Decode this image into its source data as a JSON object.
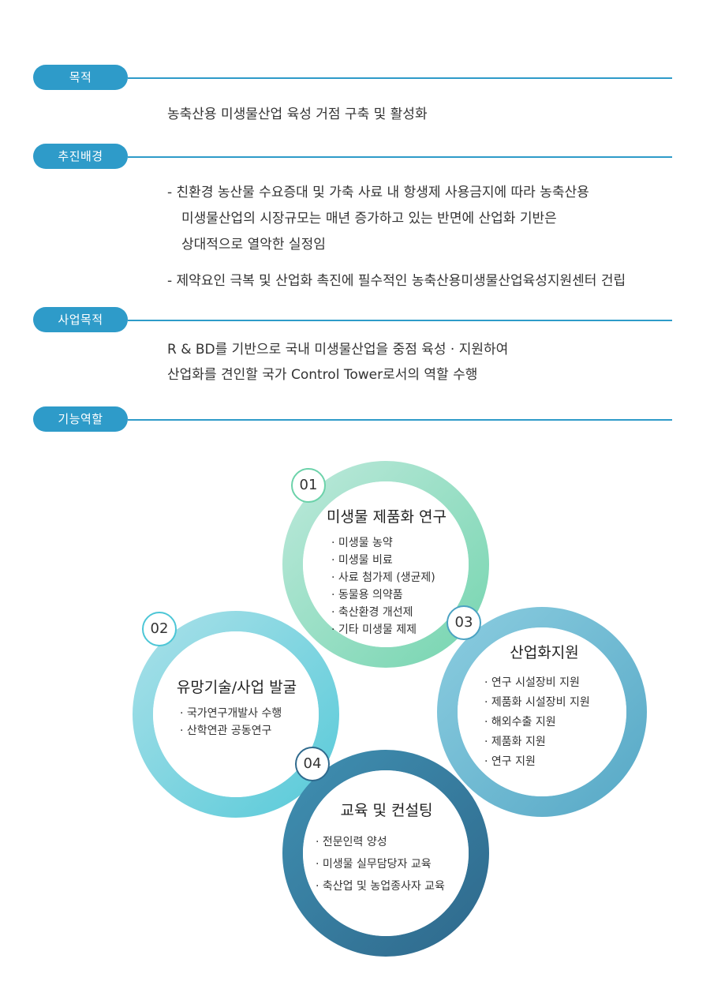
{
  "sections": {
    "purpose": {
      "label": "목적",
      "text": "농축산용 미생물산업 육성 거점 구축 및 활성화"
    },
    "background": {
      "label": "추진배경",
      "lines": [
        "- 친환경 농산물 수요증대 및 가축 사료 내 항생제 사용금지에 따라 농축산용",
        "미생물산업의 시장규모는 매년 증가하고 있는 반면에 산업화 기반은",
        "상대적으로 열악한 실정임",
        "- 제약요인 극복 및 산업화 촉진에 필수적인 농축산용미생물산업육성지원센터 건립"
      ]
    },
    "objective": {
      "label": "사업목적",
      "lines": [
        "R & BD를 기반으로 국내 미생물산업을 중점 육성 · 지원하여",
        "산업화를 견인할 국가 Control Tower로서의 역할 수행"
      ]
    },
    "roles": {
      "label": "기능역할"
    }
  },
  "diagram": {
    "circles": [
      {
        "number": "01",
        "title": "미생물 제품화 연구",
        "items": [
          "· 미생물 농약",
          "· 미생물 비료",
          "· 사료 첨가제 (생균제)",
          "· 동물용 의약품",
          "· 축산환경 개선제",
          "· 기타 미생물 제제"
        ],
        "color_start": "#b4e6d6",
        "color_end": "#6cd2aa"
      },
      {
        "number": "02",
        "title": "유망기술/사업 발굴",
        "items": [
          "· 국가연구개발사 수행",
          "· 산학연관 공동연구"
        ],
        "color_start": "#9fdde6",
        "color_end": "#4cc6d6"
      },
      {
        "number": "03",
        "title": "산업화지원",
        "items": [
          "· 연구 시설장비 지원",
          "· 제품화 시설장비 지원",
          "· 해외수출 지원",
          "· 제품화 지원",
          "· 연구 지원"
        ],
        "color_start": "#7fc7dc",
        "color_end": "#4aa2c2"
      },
      {
        "number": "04",
        "title": "교육 및 컨설팅",
        "items": [
          "· 전문인력 양성",
          "· 미생물 실무담당자 교육",
          "· 축산업 및 농업종사자 교육"
        ],
        "color_start": "#3f8eb0",
        "color_end": "#2f6a8d"
      }
    ]
  },
  "colors": {
    "accent": "#2e9bc9"
  }
}
